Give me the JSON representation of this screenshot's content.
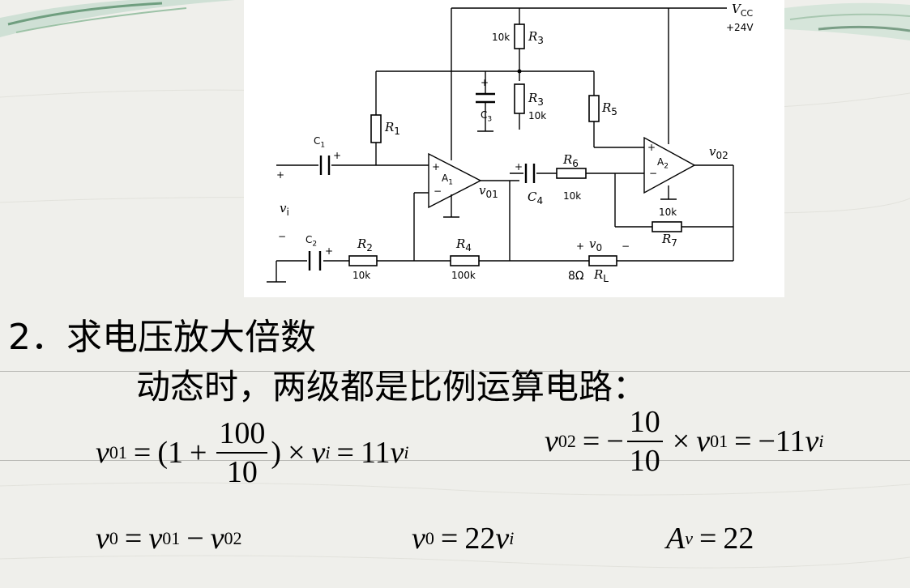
{
  "heading": "2．求电压放大倍数",
  "subheading": "动态时，两级都是比例运算电路：",
  "circuit": {
    "vcc_label": "V",
    "vcc_sub": "CC",
    "vcc_value": "+24V",
    "r3_top_value": "10k",
    "r3_name": "R",
    "r3_sub": "3",
    "r3_bottom_value": "10k",
    "c3_name": "C",
    "c3_sub": "3",
    "r1_name": "R",
    "r1_sub": "1",
    "r5_name": "R",
    "r5_sub": "5",
    "c1_name": "C",
    "c1_sub": "1",
    "a1_name": "A",
    "a1_sub": "1",
    "a2_name": "A",
    "a2_sub": "2",
    "vo1_name": "v",
    "vo1_sub": "01",
    "vo2_name": "v",
    "vo2_sub": "02",
    "c4_name": "C",
    "c4_sub": "4",
    "r6_name": "R",
    "r6_sub": "6",
    "r6_value": "10k",
    "r7_value": "10k",
    "r7_name": "R",
    "r7_sub": "7",
    "vi_name": "v",
    "vi_sub": "i",
    "c2_name": "C",
    "c2_sub": "2",
    "r2_name": "R",
    "r2_sub": "2",
    "r2_value": "10k",
    "r4_name": "R",
    "r4_sub": "4",
    "r4_value": "100k",
    "vo_name": "v",
    "vo_sub": "0",
    "rl_value": "8Ω",
    "rl_name": "R",
    "rl_sub": "L",
    "plus": "+",
    "minus": "−"
  },
  "equations": {
    "eq1": {
      "lhs_v": "v",
      "lhs_sub": "01",
      "eq": "=",
      "open": "(1",
      "plus": "+",
      "num": "100",
      "den": "10",
      "close": ")",
      "times": "×",
      "v": "v",
      "v_sub": "i",
      "eq2": "=",
      "coef": "11",
      "r_v": "v",
      "r_sub": "i"
    },
    "eq2": {
      "lhs_v": "v",
      "lhs_sub": "02",
      "eq": "=",
      "neg": "−",
      "num": "10",
      "den": "10",
      "times": "×",
      "v": "v",
      "v_sub": "01",
      "eq2": "=",
      "coef": "−11",
      "r_v": "v",
      "r_sub": "i"
    },
    "eq3": {
      "lhs_v": "v",
      "lhs_sub": "0",
      "eq": "=",
      "a_v": "v",
      "a_sub": "01",
      "minus": "−",
      "b_v": "v",
      "b_sub": "02"
    },
    "eq4": {
      "lhs_v": "v",
      "lhs_sub": "0",
      "eq": "=",
      "coef": "22",
      "r_v": "v",
      "r_sub": "i"
    },
    "eq5": {
      "lhs_v": "A",
      "lhs_sub": "v",
      "eq": "=",
      "val": "22"
    }
  },
  "colors": {
    "background": "#efefeb",
    "panel": "#ffffff",
    "ink": "#000000",
    "decor_green": "#8ab89a"
  }
}
